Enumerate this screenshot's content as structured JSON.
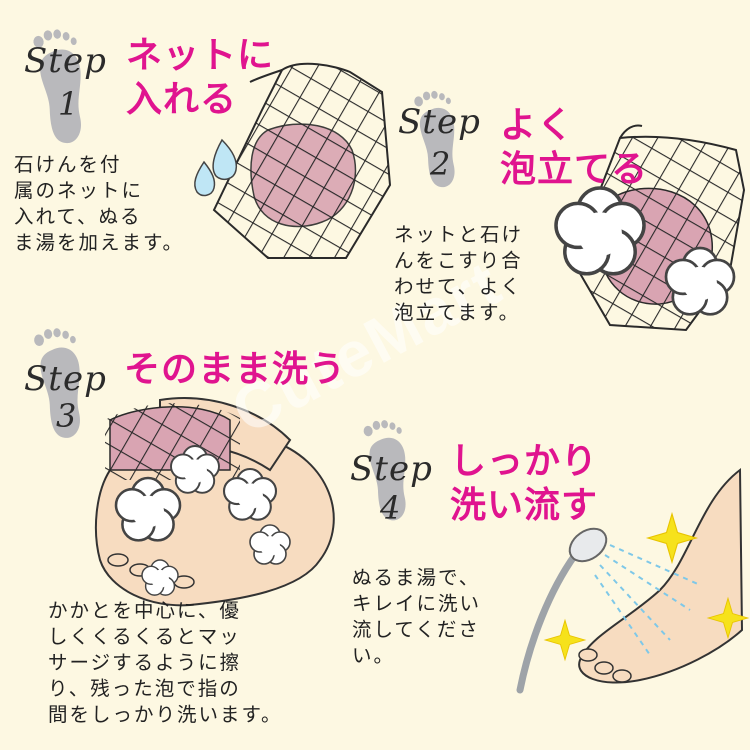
{
  "steps": [
    {
      "word": "Step",
      "num": "1",
      "title": "ネットに\n入れる",
      "desc": "石けんを付\n属のネットに\n入れて、ぬる\nま湯を加えます。"
    },
    {
      "word": "Step",
      "num": "2",
      "title": "よく\n泡立てる",
      "desc": "ネットと石け\nんをこすり合\nわせて、よく\n泡立てます。"
    },
    {
      "word": "Step",
      "num": "3",
      "title": "そのまま洗う",
      "desc": "かかとを中心に、優\nしくくるくるとマッ\nサージするように擦\nり、残った泡で指の\n間をしっかり洗います。"
    },
    {
      "word": "Step",
      "num": "4",
      "title": "しっかり\n洗い流す",
      "desc": "ぬるま湯で、\nキレイに洗い\n流してくださ\nい。"
    }
  ],
  "watermark": "CuteMart",
  "colors": {
    "title": "#e0148f",
    "background": "#fdf8e2",
    "footprint": "#b9b9bc",
    "soap": "#d9a4b2",
    "skin": "#f7dcc0"
  },
  "icons": [
    "footprint-icon",
    "soap-net-icon",
    "water-drop-icon",
    "foam-bubble-icon",
    "shower-head-icon",
    "sparkle-icon"
  ]
}
